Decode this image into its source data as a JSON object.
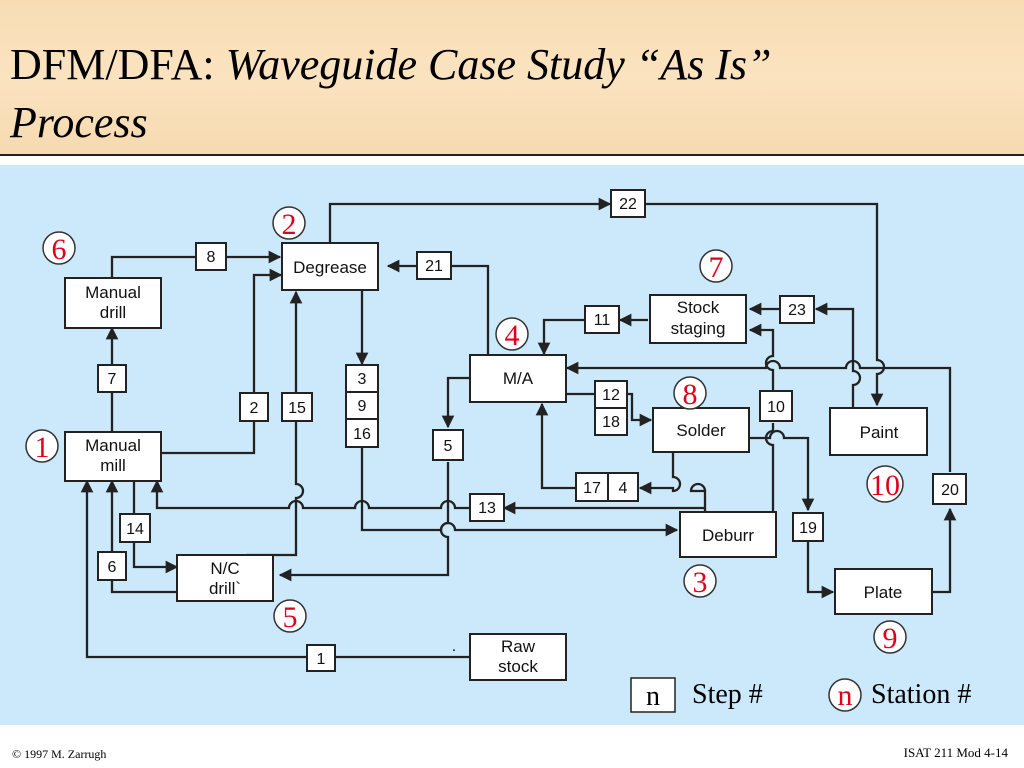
{
  "title": {
    "prefix": "DFM/DFA: ",
    "emphasis_line1": "Waveguide Case Study “As Is”",
    "emphasis_line2": "Process"
  },
  "colors": {
    "header_bg": "#fbe3c0",
    "diagram_bg": "#cce9fb",
    "station_red": "#e0001b"
  },
  "stations": {
    "degrease": {
      "label": "Degrease",
      "number": "2"
    },
    "manual_drill": {
      "label_line1": "Manual",
      "label_line2": "drill",
      "number": "6"
    },
    "manual_mill": {
      "label_line1": "Manual",
      "label_line2": "mill",
      "number": "1"
    },
    "nc_drill": {
      "label_line1": "N/C",
      "label_line2": "drill`",
      "number": "5"
    },
    "ma": {
      "label": "M/A",
      "number": "4"
    },
    "stock_staging": {
      "label_line1": "Stock",
      "label_line2": "staging",
      "number": "7"
    },
    "solder": {
      "label": "Solder",
      "number": "8"
    },
    "paint": {
      "label": "Paint",
      "number": "10"
    },
    "deburr": {
      "label": "Deburr",
      "number": "3"
    },
    "plate": {
      "label": "Plate",
      "number": "9"
    },
    "raw_stock": {
      "label_line1": "Raw",
      "label_line2": "stock"
    }
  },
  "steps": {
    "s1": "1",
    "s2": "2",
    "s3": "3",
    "s4": "4",
    "s5": "5",
    "s6": "6",
    "s7": "7",
    "s8": "8",
    "s9": "9",
    "s10": "10",
    "s11": "11",
    "s12": "12",
    "s13": "13",
    "s14": "14",
    "s15": "15",
    "s16": "16",
    "s17": "17",
    "s18": "18",
    "s19": "19",
    "s20": "20",
    "s21": "21",
    "s22": "22",
    "s23": "23"
  },
  "stray_mark": ".",
  "legend": {
    "step_symbol": "n",
    "step_label": "Step #",
    "station_symbol": "n",
    "station_label": "Station #"
  },
  "footer": {
    "copyright": "© 1997 M. Zarrugh",
    "slide_ref": "ISAT 211 Mod 4-14"
  }
}
